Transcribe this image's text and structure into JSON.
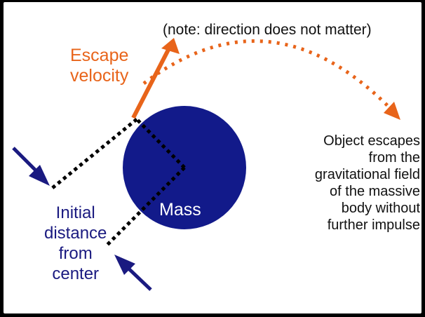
{
  "diagram": {
    "note": "(note: direction does not matter)",
    "escape_velocity": [
      "Escape",
      "velocity"
    ],
    "mass": "Mass",
    "initial_distance": [
      "Initial",
      "distance",
      "from",
      "center"
    ],
    "result": [
      "Object escapes",
      "from the",
      "gravitational field",
      "of the massive",
      "body without",
      "further impulse"
    ]
  },
  "colors": {
    "mass_fill": "#121a8a",
    "orange": "#e8641a",
    "navy": "#1a1a80",
    "dotted": "#000000",
    "background": "#ffffff",
    "border": "#000000"
  }
}
